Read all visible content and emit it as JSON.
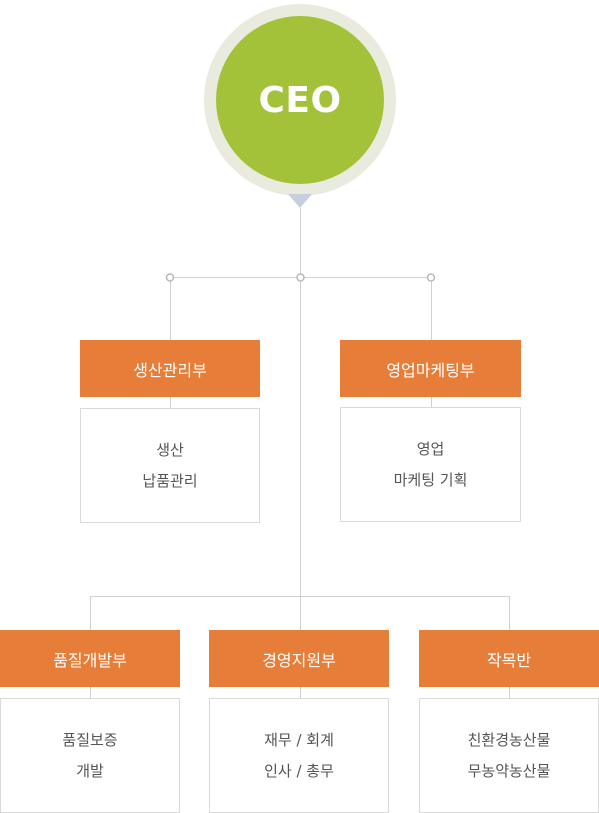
{
  "ceo": {
    "label": "CEO"
  },
  "departments": [
    {
      "name": "생산관리부",
      "duties": [
        "생산",
        "납품관리"
      ]
    },
    {
      "name": "영업마케팅부",
      "duties": [
        "영업",
        "마케팅 기획"
      ]
    },
    {
      "name": "품질개발부",
      "duties": [
        "품질보증",
        "개발"
      ]
    },
    {
      "name": "경영지원부",
      "duties": [
        "재무 / 회계",
        "인사 / 총무"
      ]
    },
    {
      "name": "작목반",
      "duties": [
        "친환경농산물",
        "무농약농산물"
      ]
    }
  ],
  "colors": {
    "ceo_fill": "#a4c13a",
    "ceo_ring": "#e9ebdf",
    "dept_fill": "#e67e3a",
    "line": "#d0d0d0",
    "duty_border": "#dadada",
    "duty_text": "#555555"
  }
}
